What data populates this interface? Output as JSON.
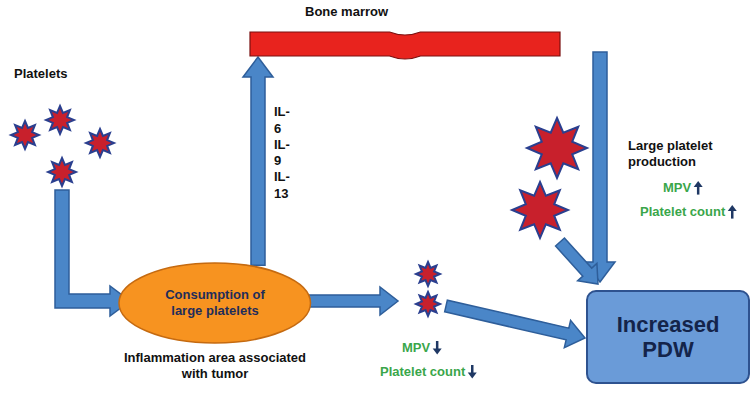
{
  "diagram": {
    "nodes": [
      {
        "text": [
          "Bone marrow"
        ]
      },
      {
        "text": [
          "Consumption of large platelets",
          "Inflammation area associated with tumor"
        ]
      },
      {
        "text": [
          "Increased PDW"
        ]
      }
    ],
    "edges": [
      {
        "from": 1,
        "to": 0,
        "arrow": "to",
        "label": "IL-6 IL-9 IL-13"
      }
    ],
    "labels": [
      "Platelets",
      "Large platelet production",
      "MPV",
      "Platelet count",
      "MPV",
      "Platelet count"
    ]
  }
}
